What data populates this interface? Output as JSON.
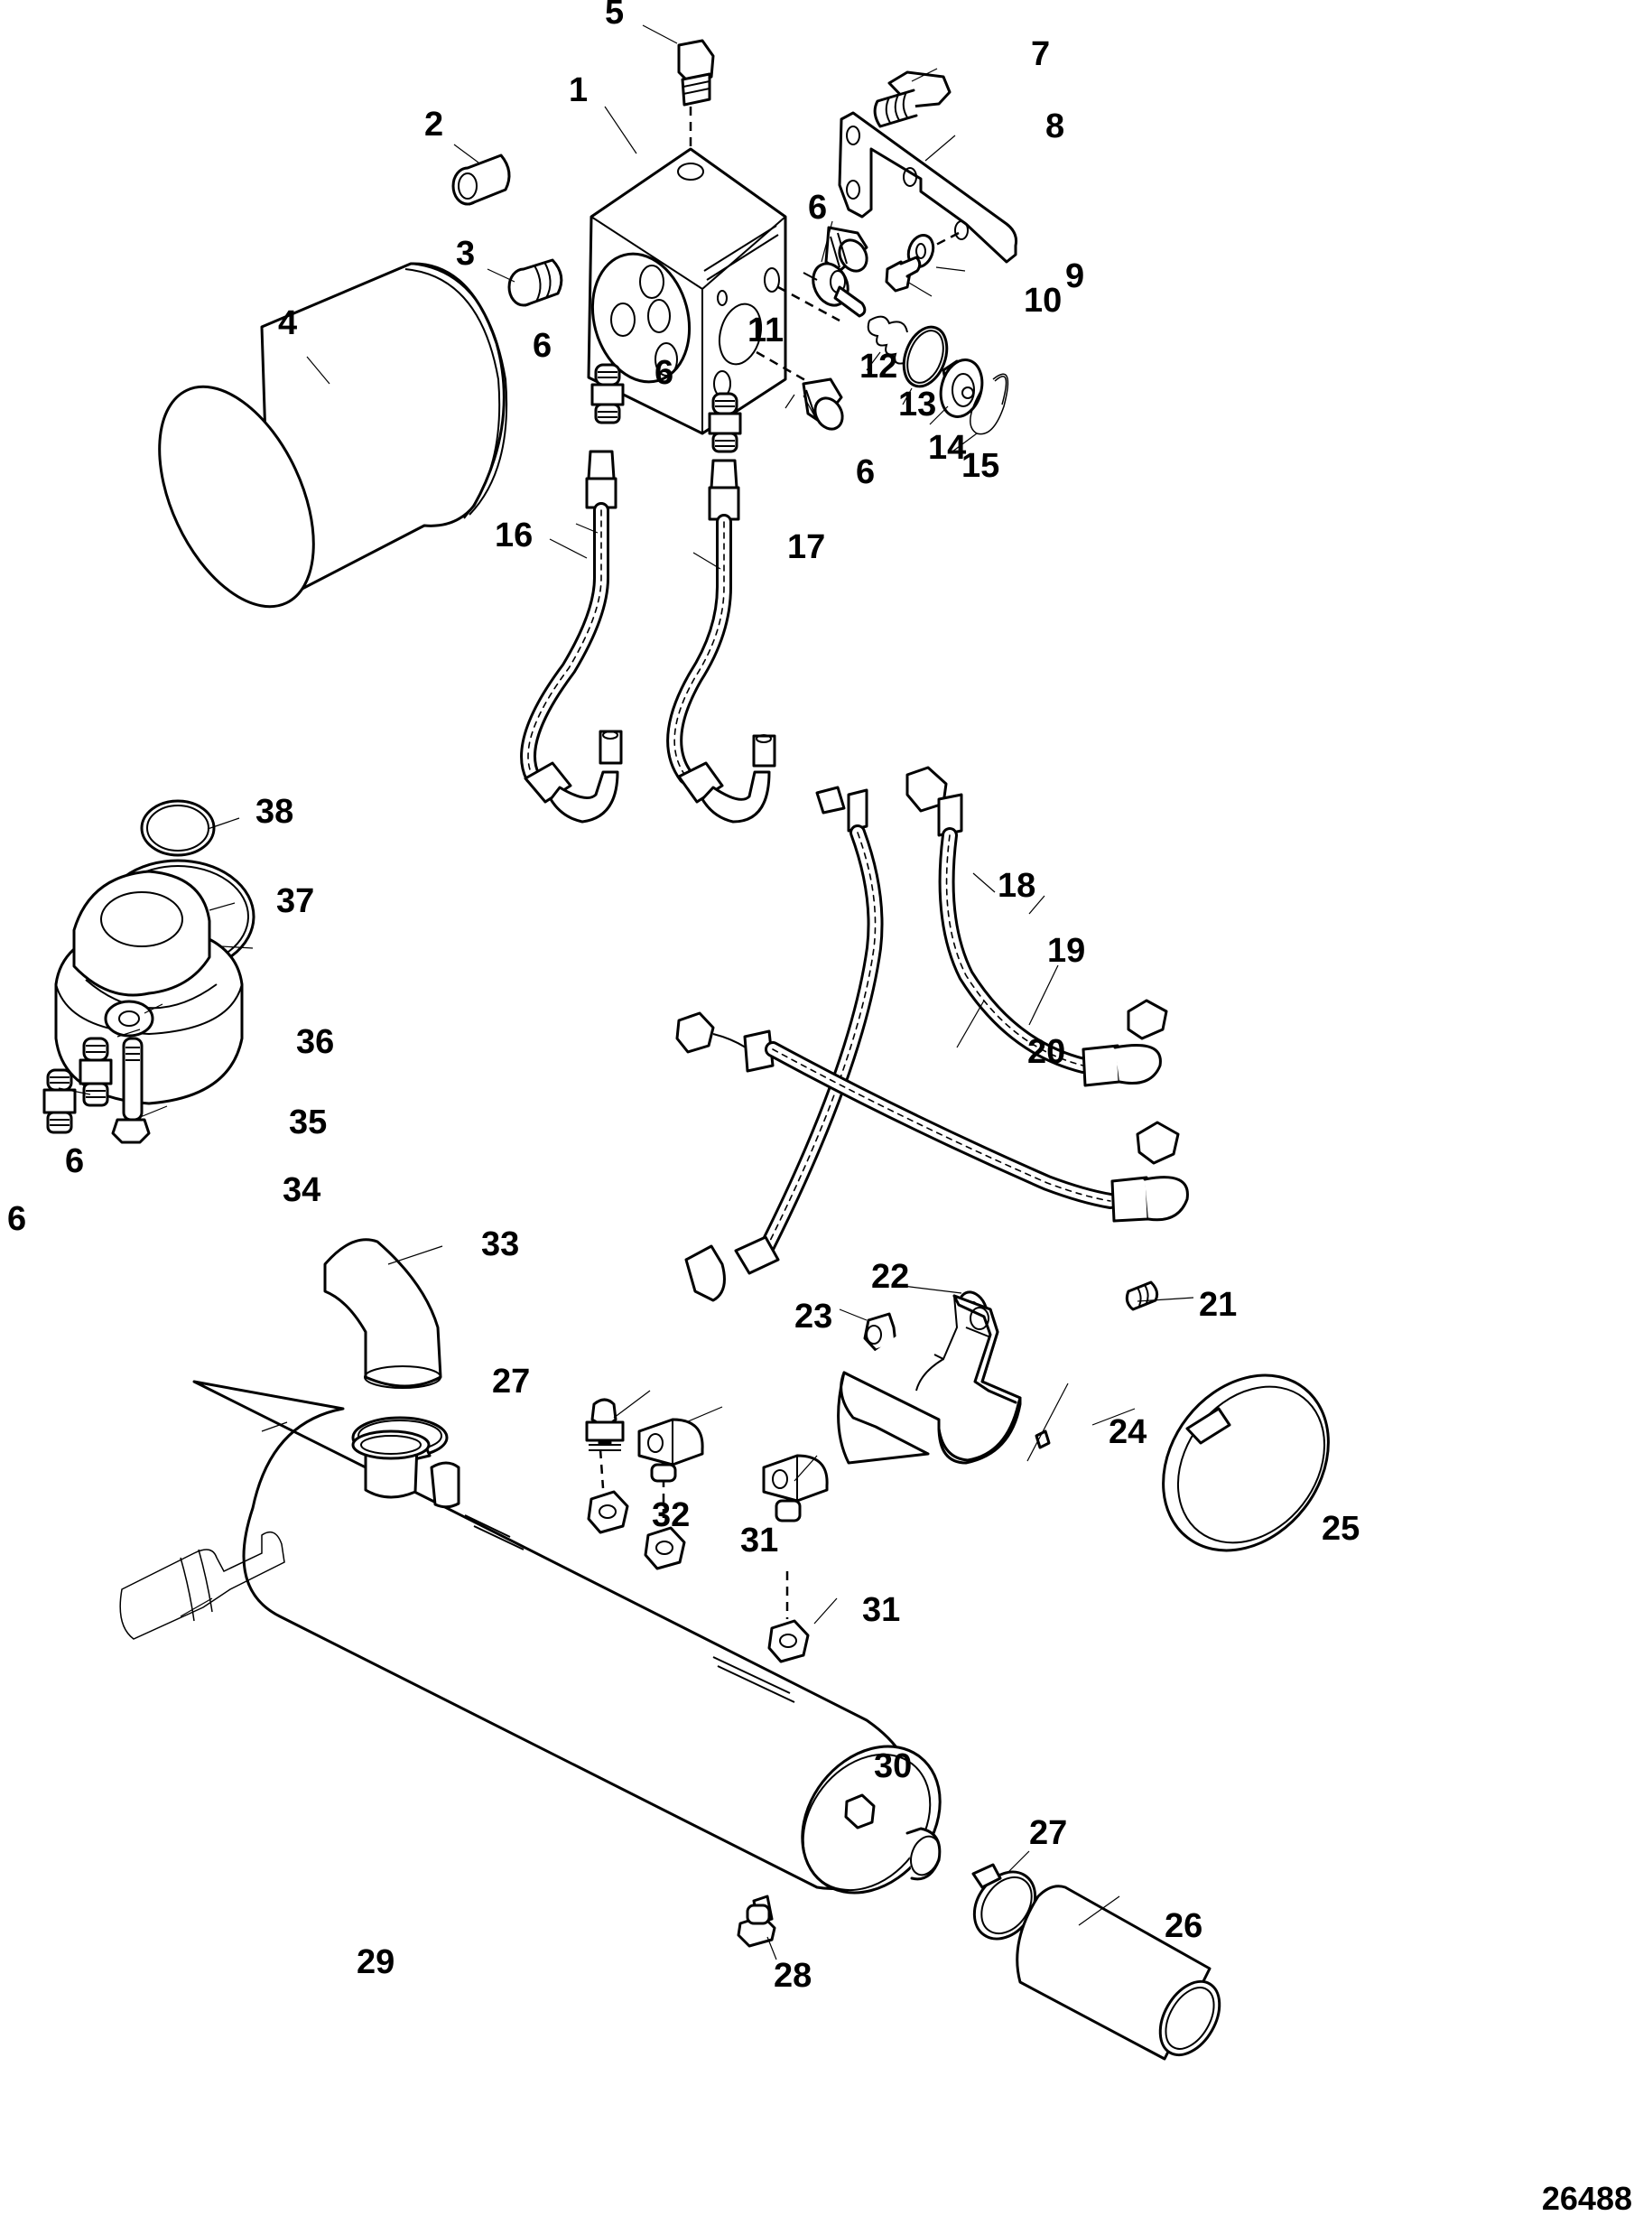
{
  "diagram": {
    "title": "Exploded parts diagram - oil filter adapter, thermostat, hoses and cooler",
    "drawing_number": "26488",
    "line_color": "#000000",
    "background_color": "#ffffff"
  },
  "callouts": [
    {
      "id": "c1",
      "label": "1",
      "part": "adapter-block"
    },
    {
      "id": "c2",
      "label": "2",
      "part": "bushing"
    },
    {
      "id": "c3",
      "label": "3",
      "part": "plug"
    },
    {
      "id": "c4",
      "label": "4",
      "part": "oil-filter"
    },
    {
      "id": "c5",
      "label": "5",
      "part": "plug-top"
    },
    {
      "id": "c6a",
      "label": "6",
      "part": "fitting"
    },
    {
      "id": "c6b",
      "label": "6",
      "part": "fitting"
    },
    {
      "id": "c6c",
      "label": "6",
      "part": "fitting"
    },
    {
      "id": "c6d",
      "label": "6",
      "part": "fitting"
    },
    {
      "id": "c6e",
      "label": "6",
      "part": "fitting"
    },
    {
      "id": "c6f",
      "label": "6",
      "part": "fitting"
    },
    {
      "id": "c7",
      "label": "7",
      "part": "screw"
    },
    {
      "id": "c8",
      "label": "8",
      "part": "bracket"
    },
    {
      "id": "c9",
      "label": "9",
      "part": "washer"
    },
    {
      "id": "c10",
      "label": "10",
      "part": "screw"
    },
    {
      "id": "c11",
      "label": "11",
      "part": "valve"
    },
    {
      "id": "c12",
      "label": "12",
      "part": "spring"
    },
    {
      "id": "c13",
      "label": "13",
      "part": "o-ring"
    },
    {
      "id": "c14",
      "label": "14",
      "part": "thermostat"
    },
    {
      "id": "c15",
      "label": "15",
      "part": "retaining-ring"
    },
    {
      "id": "c16",
      "label": "16",
      "part": "hose"
    },
    {
      "id": "c17",
      "label": "17",
      "part": "hose"
    },
    {
      "id": "c18",
      "label": "18",
      "part": "hose"
    },
    {
      "id": "c19",
      "label": "19",
      "part": "hose"
    },
    {
      "id": "c20",
      "label": "20",
      "part": "hose"
    },
    {
      "id": "c21",
      "label": "21",
      "part": "stud"
    },
    {
      "id": "c22",
      "label": "22",
      "part": "washer"
    },
    {
      "id": "c23",
      "label": "23",
      "part": "nut"
    },
    {
      "id": "c24",
      "label": "24",
      "part": "cooler-bracket"
    },
    {
      "id": "c25",
      "label": "25",
      "part": "hose-clamp-large"
    },
    {
      "id": "c26",
      "label": "26",
      "part": "hose-short"
    },
    {
      "id": "c27a",
      "label": "27",
      "part": "hose-clamp"
    },
    {
      "id": "c27b",
      "label": "27",
      "part": "hose-clamp"
    },
    {
      "id": "c28",
      "label": "28",
      "part": "drain-plug"
    },
    {
      "id": "c29",
      "label": "29",
      "part": "hose-fitting"
    },
    {
      "id": "c30",
      "label": "30",
      "part": "oil-cooler"
    },
    {
      "id": "c31a",
      "label": "31",
      "part": "elbow-fitting"
    },
    {
      "id": "c31b",
      "label": "31",
      "part": "elbow-fitting"
    },
    {
      "id": "c32",
      "label": "32",
      "part": "hose-barb-fitting"
    },
    {
      "id": "c33",
      "label": "33",
      "part": "elbow-hose"
    },
    {
      "id": "c34",
      "label": "34",
      "part": "bolt"
    },
    {
      "id": "c35",
      "label": "35",
      "part": "washer"
    },
    {
      "id": "c36",
      "label": "36",
      "part": "remote-filter-adapter"
    },
    {
      "id": "c37",
      "label": "37",
      "part": "o-ring-large"
    },
    {
      "id": "c38",
      "label": "38",
      "part": "o-ring-small"
    }
  ]
}
